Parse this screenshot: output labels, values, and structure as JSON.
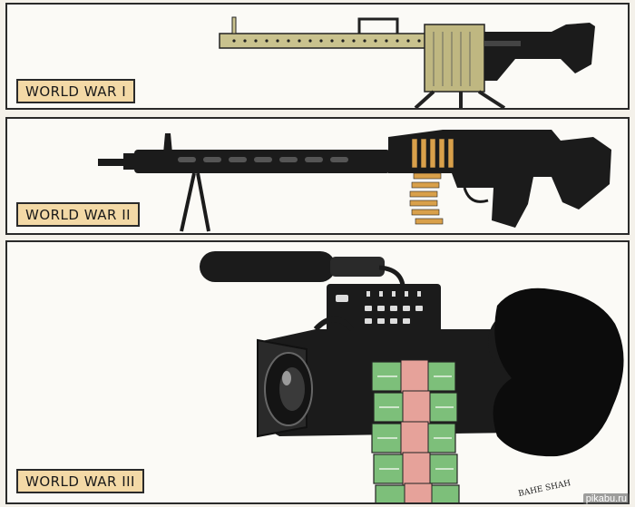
{
  "panels": [
    {
      "label": "WORLD WAR I",
      "weapon_icon": "ww1-machine-gun-icon"
    },
    {
      "label": "WORLD WAR II",
      "weapon_icon": "ww2-machine-gun-icon"
    },
    {
      "label": "WORLD WAR III",
      "weapon_icon": "tv-camera-cash-icon"
    }
  ],
  "signature": "BAHE SHAH",
  "watermark": "pikabu.ru",
  "colors": {
    "gun_olive": "#c9c28e",
    "gun_black": "#1b1b1b",
    "label_bg": "#f3d9a6",
    "money_green": "#7dbf7a",
    "money_band": "#e6a29a",
    "bullet_orange": "#d9a04a"
  }
}
